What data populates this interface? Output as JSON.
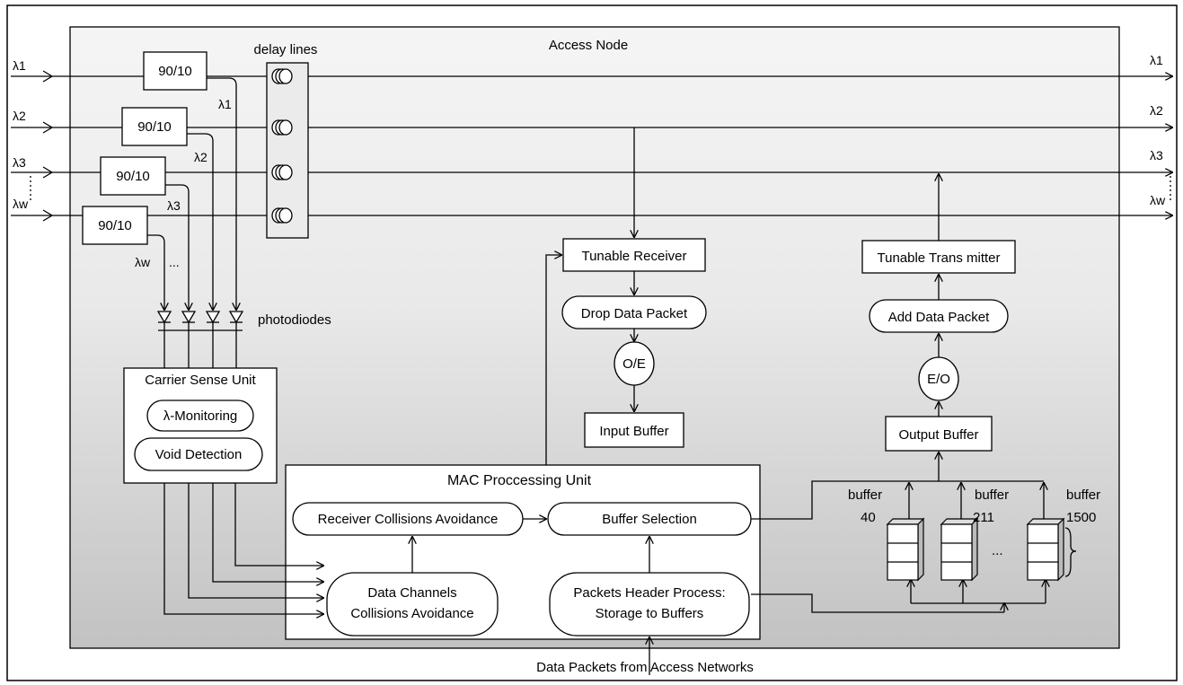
{
  "title": "Access Node",
  "labels": {
    "delay_lines": "delay lines",
    "photodiodes": "photodiodes",
    "data_packets_source": "Data Packets from Access Networks",
    "dots": "..."
  },
  "wavelengths_in": [
    "λ1",
    "λ2",
    "λ3",
    "λw"
  ],
  "wavelengths_out": [
    "λ1",
    "λ2",
    "λ3",
    "λw"
  ],
  "taps": [
    "λ1",
    "λ2",
    "λ3",
    "λw"
  ],
  "splitter_label": "90/10",
  "carrier_sense_unit": {
    "title": "Carrier Sense Unit",
    "monitoring": "λ-Monitoring",
    "void_detection": "Void Detection"
  },
  "mac_unit": {
    "title": "MAC Proccessing Unit",
    "receiver_collisions": "Receiver Collisions Avoidance",
    "buffer_selection": "Buffer Selection",
    "data_channels_1": "Data Channels",
    "data_channels_2": "Collisions Avoidance",
    "header_process_1": "Packets Header Process:",
    "header_process_2": "Storage to Buffers"
  },
  "receive_path": {
    "tunable_receiver": "Tunable Receiver",
    "drop_packet": "Drop Data Packet",
    "oe": "O/E",
    "input_buffer": "Input Buffer"
  },
  "transmit_path": {
    "tunable_transmitter": "Tunable Trans mitter",
    "add_packet": "Add Data Packet",
    "eo": "E/O",
    "output_buffer": "Output Buffer"
  },
  "buffers": [
    {
      "label": "buffer",
      "size": "40"
    },
    {
      "label": "buffer",
      "size": "211"
    },
    {
      "label": "buffer",
      "size": "1500"
    }
  ],
  "colors": {
    "panel_top": "#f4f4f4",
    "panel_bottom": "#c4c4c4",
    "stroke": "#000000"
  }
}
